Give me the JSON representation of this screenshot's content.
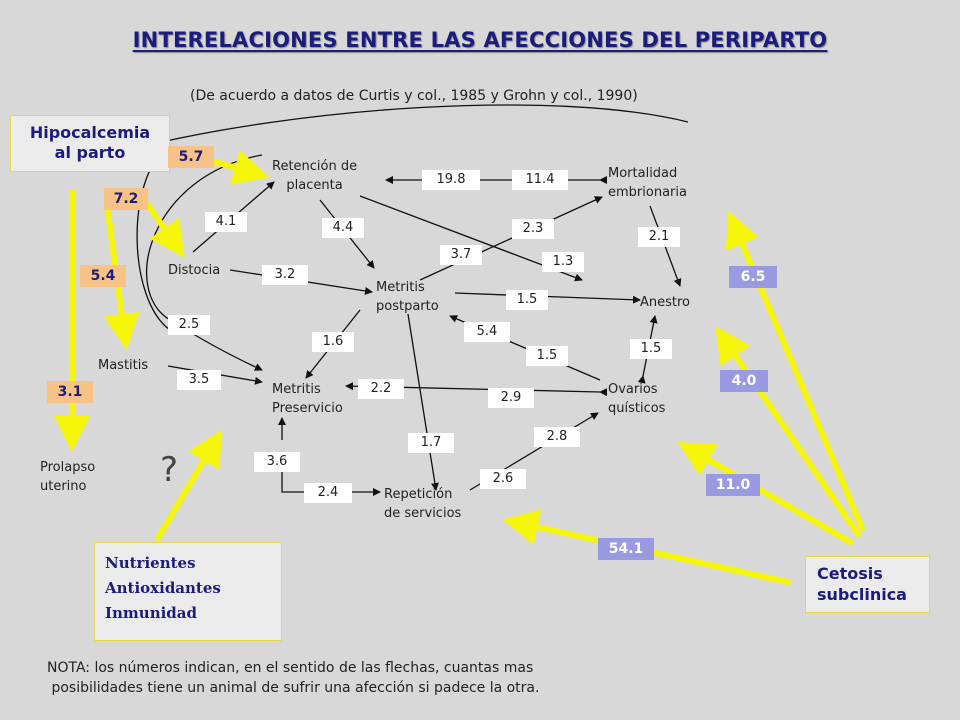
{
  "title": "INTERELACIONES ENTRE LAS AFECCIONES DEL  PERIPARTO",
  "subtitle": "(De acuerdo a datos de Curtis y col., 1985 y Grohn y col., 1990)",
  "hipocalcemia": {
    "line1": "Hipocalcemia",
    "line2": "al parto"
  },
  "cetosis": {
    "line1": "Cetosis",
    "line2": "subclinica"
  },
  "nutrientes": [
    "Nutrientes",
    "Antioxidantes",
    "Inmunidad"
  ],
  "question": "?",
  "nodes": {
    "retencion": [
      "Retención de",
      "placenta"
    ],
    "mortalidad": [
      "Mortalidad",
      "embrionaria"
    ],
    "distocia": "Distocia",
    "metritis_post": [
      "Metritis",
      "postparto"
    ],
    "anestro": "Anestro",
    "mastitis": "Mastitis",
    "metritis_pre": [
      "Metritis",
      "Preservicio"
    ],
    "ovarios": [
      "Ovarios",
      "quísticos"
    ],
    "prolapso": [
      "Prolapso",
      "uterino"
    ],
    "repeticion": [
      "Repetición",
      "de servicios"
    ]
  },
  "white_values": [
    "4.1",
    "4.4",
    "19.8",
    "11.4",
    "2.3",
    "3.7",
    "2.1",
    "1.3",
    "3.2",
    "1.5",
    "5.4",
    "1.5",
    "1.5",
    "2.5",
    "1.6",
    "3.5",
    "2.2",
    "2.9",
    "2.8",
    "1.7",
    "3.6",
    "2.4",
    "2.6"
  ],
  "orange_values": [
    "5.7",
    "7.2",
    "5.4",
    "3.1"
  ],
  "blue_values": [
    "6.5",
    "4.0",
    "11.0",
    "54.1"
  ],
  "note": {
    "line1": "NOTA: los números indican, en el sentido de las flechas, cuantas mas",
    "line2": " posibilidades tiene un animal de sufrir una afección si padece la otra."
  },
  "colors": {
    "title": "#1c1c7e",
    "background": "#d8d8d8",
    "yellow_arrow": "#f5f50a",
    "orange_box": "#f7c286",
    "blue_box": "#9a9ae2"
  }
}
